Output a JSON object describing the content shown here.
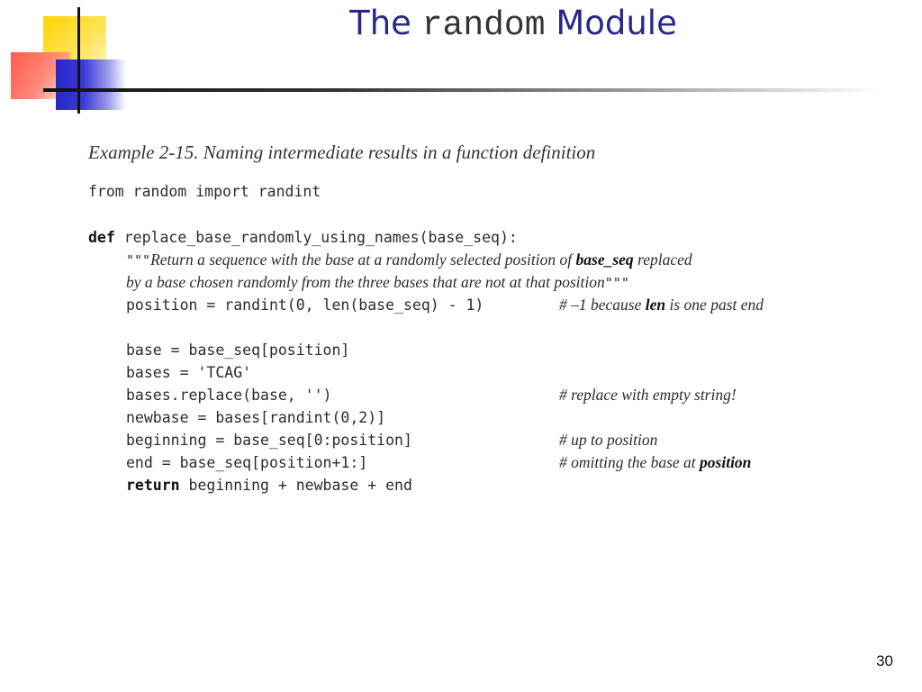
{
  "slide": {
    "title_prefix": "The",
    "title_code": "random",
    "title_suffix": "Module",
    "page_number": "30"
  },
  "example": {
    "heading": "Example 2-15. Naming intermediate results in a function definition",
    "import_line": "from random import randint",
    "def_keyword": "def",
    "def_signature": "replace_base_randomly_using_names(base_seq):",
    "docstring_quotes_open": "\"\"\"",
    "docstring_line1_a": "Return a sequence with the base at a randomly selected position of ",
    "docstring_line1_bold": "base_seq",
    "docstring_line1_b": " replaced",
    "docstring_line2": "by a base chosen randomly from the three bases that are not at that position",
    "docstring_quotes_close": "\"\"\"",
    "position_line": "position = randint(0, len(base_seq) - 1)",
    "position_comment_a": "# –1 because ",
    "position_comment_bold": "len",
    "position_comment_b": " is one past end",
    "base_line": "base = base_seq[position]",
    "bases_line": "bases = 'TCAG'",
    "replace_line": "bases.replace(base, '')",
    "replace_comment": "# replace with empty string!",
    "newbase_line": "newbase = bases[randint(0,2)]",
    "beginning_line": "beginning = base_seq[0:position]",
    "beginning_comment": "# up to position",
    "end_line": "end = base_seq[position+1:]",
    "end_comment_a": "# omitting the base at ",
    "end_comment_bold": "position",
    "return_keyword": "return",
    "return_expr": " beginning + newbase + end"
  }
}
